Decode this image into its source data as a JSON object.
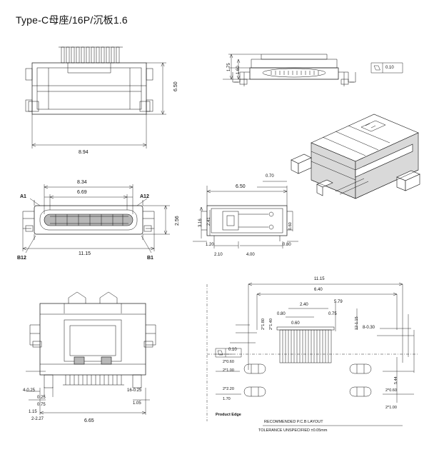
{
  "title": "Type-C母座/16P/沉板1.6",
  "views": {
    "top_left": {
      "name": "front-top-view",
      "dims": [
        {
          "label": "6.50",
          "orient": "v"
        },
        {
          "label": "8.94",
          "orient": "h"
        }
      ]
    },
    "top_right": {
      "name": "side-profile-view",
      "dims": [
        {
          "label": "1.75",
          "orient": "v"
        },
        {
          "label": "1.60",
          "orient": "v"
        },
        {
          "label": "0.10",
          "orient": "tol"
        }
      ]
    },
    "mid_left": {
      "name": "front-opening-view",
      "dims": [
        {
          "label": "8.34",
          "orient": "h"
        },
        {
          "label": "6.69",
          "orient": "h"
        },
        {
          "label": "2.56",
          "orient": "v"
        },
        {
          "label": "11.15",
          "orient": "h"
        }
      ],
      "pins": [
        "A1",
        "A12",
        "B12",
        "B1"
      ]
    },
    "mid_center": {
      "name": "side-section-view",
      "dims": [
        "6.50",
        "0.70",
        "3.16",
        "2.41",
        "1.20",
        "2.10",
        "4.00",
        "0.80",
        "0.60"
      ]
    },
    "mid_right": {
      "name": "isometric-3d-view"
    },
    "bottom_left": {
      "name": "bottom-view",
      "dims": [
        "4-0.25",
        "0.25",
        "0.75",
        "1.15",
        "2-2.27",
        "16-0.25",
        "1.05",
        "6.65"
      ]
    },
    "bottom_right": {
      "name": "pcb-layout-view",
      "title_lines": [
        "RECOMMENDED  P.C.B  LAYOUT",
        "TOLERANCE  UNSPECIFIED  ±0.05mm"
      ],
      "edge_label": "Product Edge",
      "dims": [
        "11.15",
        "6.40",
        "5.79",
        "2.40",
        "0.80",
        "0.60",
        "0.75",
        "0.10",
        "2*1.80",
        "2*1.40",
        "12-1.15",
        "8-0.30",
        "2*0.60",
        "2*1.00",
        "2*2.20",
        "1.70",
        "5.44",
        "2*0.60",
        "2*1.00"
      ]
    }
  },
  "labels": {
    "tol_flag": "0.10",
    "tol_flag2": "0.10"
  }
}
